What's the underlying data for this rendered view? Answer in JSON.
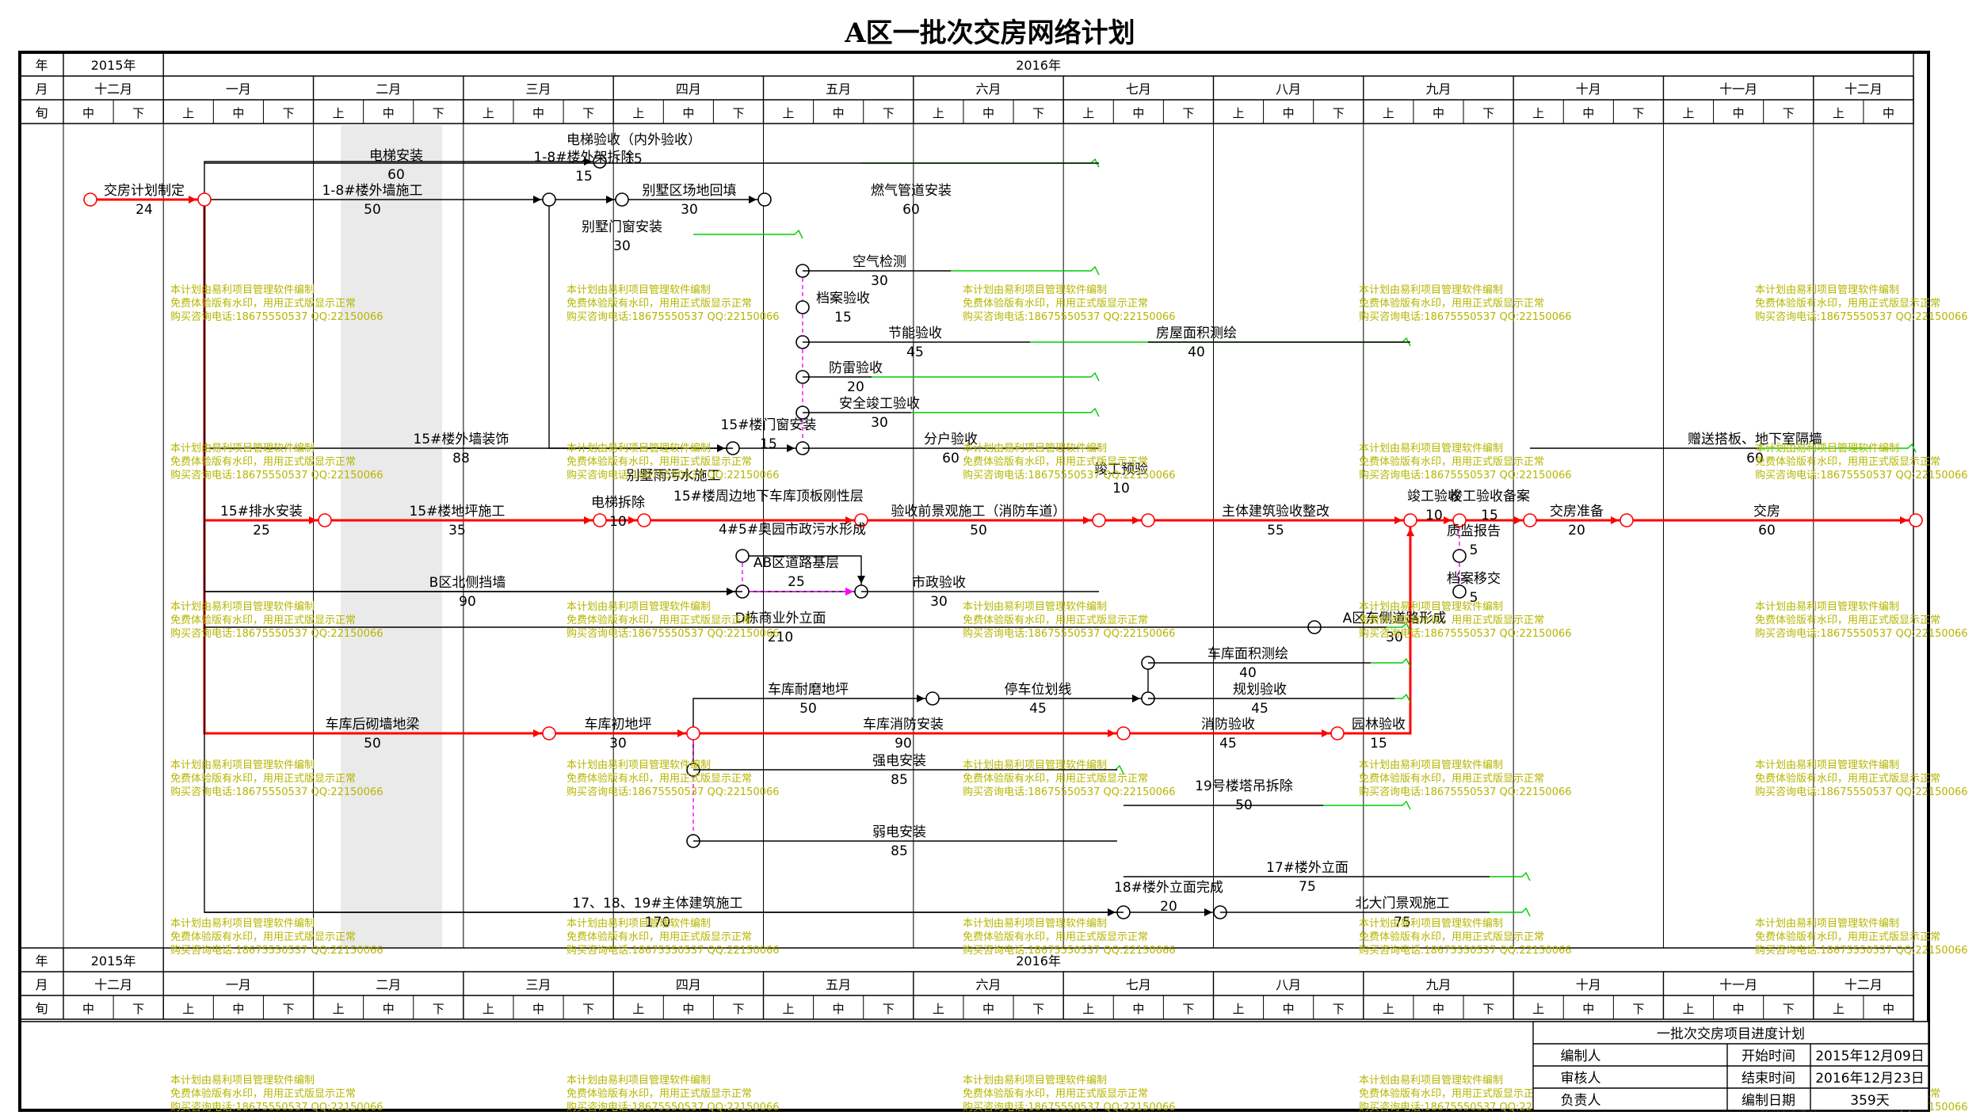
{
  "title": "A区一批次交房网络计划",
  "header": {
    "year_label": "年",
    "month_label": "月",
    "dekad_label": "旬",
    "years": [
      "2015年",
      "2016年"
    ],
    "months": [
      "十二月",
      "一月",
      "二月",
      "三月",
      "四月",
      "五月",
      "六月",
      "七月",
      "八月",
      "九月",
      "十月",
      "十一月",
      "十二月"
    ],
    "dekads": [
      "中",
      "下",
      "上",
      "中",
      "下",
      "上",
      "中",
      "下",
      "上",
      "中",
      "下",
      "上",
      "中",
      "下",
      "上",
      "中",
      "下",
      "上",
      "中",
      "下",
      "上",
      "中",
      "下",
      "上",
      "中",
      "下",
      "上",
      "中",
      "下",
      "上",
      "中",
      "下",
      "上",
      "中",
      "下",
      "上",
      "中"
    ]
  },
  "tasks": [
    {
      "name": "交房计划制定",
      "duration": "24",
      "critical": true
    },
    {
      "name": "1-8#楼外墙施工",
      "duration": "50",
      "critical": false
    },
    {
      "name": "电梯安装",
      "duration": "60",
      "critical": false
    },
    {
      "name": "1-8#楼外架拆除",
      "duration": "15",
      "critical": false
    },
    {
      "name": "电梯验收（内外验收）",
      "duration": "15",
      "critical": false
    },
    {
      "name": "别墅区场地回填",
      "duration": "30",
      "critical": false
    },
    {
      "name": "燃气管道安装",
      "duration": "60",
      "critical": false
    },
    {
      "name": "别墅门窗安装",
      "duration": "30",
      "critical": false
    },
    {
      "name": "空气检测",
      "duration": "30",
      "critical": false
    },
    {
      "name": "档案验收",
      "duration": "15",
      "critical": false
    },
    {
      "name": "节能验收",
      "duration": "45",
      "critical": false
    },
    {
      "name": "防雷验收",
      "duration": "20",
      "critical": false
    },
    {
      "name": "安全竣工验收",
      "duration": "30",
      "critical": false
    },
    {
      "name": "15#楼外墙装饰",
      "duration": "88",
      "critical": false
    },
    {
      "name": "15#楼门窗安装",
      "duration": "15",
      "critical": false
    },
    {
      "name": "分户验收",
      "duration": "60",
      "critical": false
    },
    {
      "name": "房屋面积测绘",
      "duration": "40",
      "critical": false
    },
    {
      "name": "别墅雨污水施工",
      "duration": "",
      "critical": false
    },
    {
      "name": "15#排水安装",
      "duration": "25",
      "critical": true
    },
    {
      "name": "15#楼地坪施工",
      "duration": "35",
      "critical": true
    },
    {
      "name": "电梯拆除",
      "duration": "10",
      "critical": true
    },
    {
      "name": "15#楼周边地下车库顶板刚性层",
      "duration": "",
      "critical": true
    },
    {
      "name": "验收前景观施工（消防车道）",
      "duration": "50",
      "critical": true
    },
    {
      "name": "竣工预验",
      "duration": "10",
      "critical": true
    },
    {
      "name": "主体建筑验收整改",
      "duration": "55",
      "critical": true
    },
    {
      "name": "竣工验收",
      "duration": "10",
      "critical": true
    },
    {
      "name": "竣工验收备案",
      "duration": "15",
      "critical": true
    },
    {
      "name": "交房准备",
      "duration": "20",
      "critical": true
    },
    {
      "name": "交房",
      "duration": "60",
      "critical": true
    },
    {
      "name": "赠送搭板、地下室隔墙",
      "duration": "60",
      "critical": false
    },
    {
      "name": "4#5#奥园市政污水形成",
      "duration": "",
      "critical": false
    },
    {
      "name": "AB区道路基层",
      "duration": "25",
      "critical": false
    },
    {
      "name": "市政验收",
      "duration": "30",
      "critical": false
    },
    {
      "name": "B区北侧挡墙",
      "duration": "90",
      "critical": false
    },
    {
      "name": "D栋商业外立面",
      "duration": "210",
      "critical": false
    },
    {
      "name": "A区东侧道路形成",
      "duration": "30",
      "critical": false
    },
    {
      "name": "质监报告",
      "duration": "5",
      "critical": false
    },
    {
      "name": "档案移交",
      "duration": "5",
      "critical": false
    },
    {
      "name": "车库面积测绘",
      "duration": "40",
      "critical": false
    },
    {
      "name": "车库耐磨地坪",
      "duration": "50",
      "critical": false
    },
    {
      "name": "停车位划线",
      "duration": "45",
      "critical": false
    },
    {
      "name": "规划验收",
      "duration": "45",
      "critical": false
    },
    {
      "name": "车库后砌墙地梁",
      "duration": "50",
      "critical": true
    },
    {
      "name": "车库初地坪",
      "duration": "30",
      "critical": true
    },
    {
      "name": "车库消防安装",
      "duration": "90",
      "critical": true
    },
    {
      "name": "消防验收",
      "duration": "45",
      "critical": true
    },
    {
      "name": "园林验收",
      "duration": "15",
      "critical": true
    },
    {
      "name": "强电安装",
      "duration": "85",
      "critical": false
    },
    {
      "name": "弱电安装",
      "duration": "85",
      "critical": false
    },
    {
      "name": "19号楼塔吊拆除",
      "duration": "50",
      "critical": false
    },
    {
      "name": "17#楼外立面",
      "duration": "75",
      "critical": false
    },
    {
      "name": "18#楼外立面完成",
      "duration": "20",
      "critical": false
    },
    {
      "name": "北大门景观施工",
      "duration": "75",
      "critical": false
    },
    {
      "name": "17、18、19#主体建筑施工",
      "duration": "170",
      "critical": false
    }
  ],
  "watermark": [
    "本计划由易利项目管理软件编制",
    "免费体验版有水印，用用正式版显示正常",
    "购买咨询电话:18675550537 QQ:22150066"
  ],
  "info_box": {
    "title": "一批次交房项目进度计划",
    "prepared_by_label": "编制人",
    "reviewed_by_label": "审核人",
    "responsible_label": "负责人",
    "start_label": "开始时间",
    "start_value": "2015年12月09日",
    "end_label": "结束时间",
    "end_value": "2016年12月23日",
    "date_label": "编制日期",
    "total_value": "359天"
  },
  "colors": {
    "critical": "#ff0000",
    "normal": "#000000",
    "float": "#00cc00",
    "dependency": "#ff00ff",
    "watermark": "#b5b500"
  }
}
